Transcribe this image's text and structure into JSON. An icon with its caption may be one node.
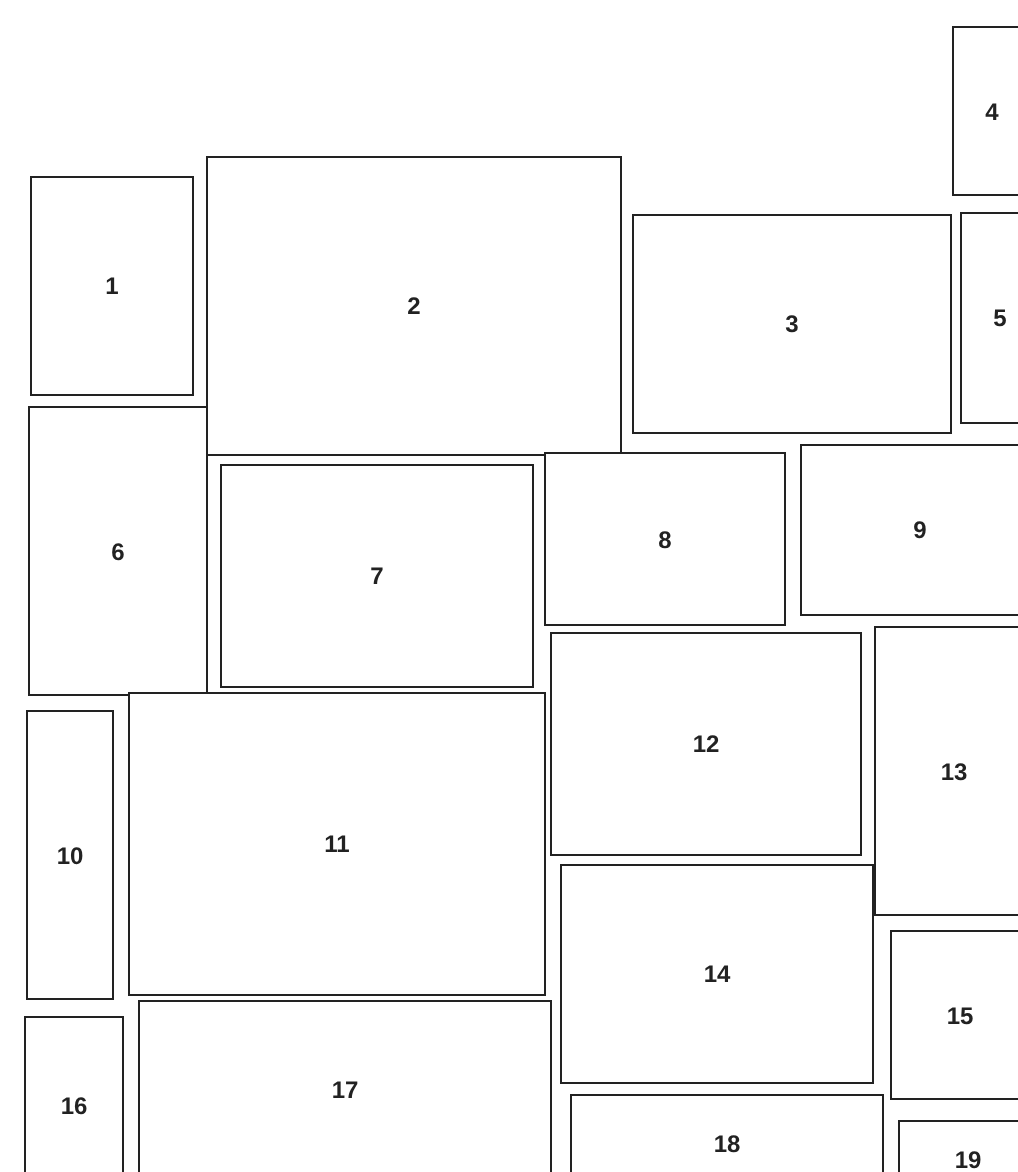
{
  "diagram": {
    "nodes": [
      {
        "text": [
          "1"
        ]
      },
      {
        "text": [
          "2"
        ]
      },
      {
        "text": [
          "3"
        ]
      },
      {
        "text": [
          "4"
        ]
      },
      {
        "text": [
          "5"
        ]
      },
      {
        "text": [
          "6"
        ]
      },
      {
        "text": [
          "7"
        ]
      },
      {
        "text": [
          "8"
        ]
      },
      {
        "text": [
          "9"
        ]
      },
      {
        "text": [
          "10"
        ]
      },
      {
        "text": [
          "11"
        ]
      },
      {
        "text": [
          "12"
        ]
      },
      {
        "text": [
          "13"
        ]
      },
      {
        "text": [
          "14"
        ]
      },
      {
        "text": [
          "15"
        ]
      },
      {
        "text": [
          "16"
        ]
      },
      {
        "text": [
          "17"
        ]
      },
      {
        "text": [
          "18"
        ]
      },
      {
        "text": [
          "19"
        ]
      }
    ],
    "edges": []
  }
}
